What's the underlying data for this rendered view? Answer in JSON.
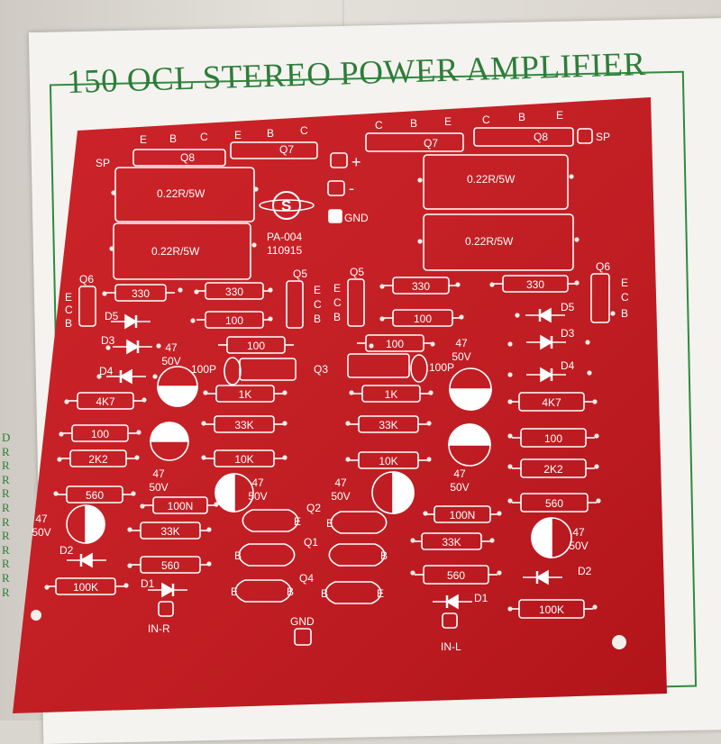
{
  "paper": {
    "title": "150 OCL STEREO POWER AMPLIFIER",
    "edge_letters": [
      "D",
      "R",
      "R",
      "R",
      "R",
      "R",
      "R",
      "R",
      "R",
      "R",
      "R",
      "R"
    ]
  },
  "board": {
    "model": "PA-004",
    "code": "110915",
    "pads": {
      "plus": "+",
      "minus": "-",
      "gnd": "GND",
      "sp": "SP",
      "in_r": "IN-R",
      "in_l": "IN-L"
    },
    "transistors": {
      "q8": "Q8",
      "q7": "Q7",
      "q6": "Q6",
      "q5": "Q5",
      "q3": "Q3",
      "q2": "Q2",
      "q1": "Q1",
      "q4": "Q4"
    },
    "pins": {
      "e": "E",
      "b": "B",
      "c": "C"
    },
    "resistors": {
      "r022": "0.22R/5W",
      "r330": "330",
      "r100": "100",
      "r1k": "1K",
      "r33k": "33K",
      "r10k": "10K",
      "r4k7": "4K7",
      "r2k2": "2K2",
      "r560": "560",
      "r100k": "100K",
      "c100n": "100N",
      "c100p": "100P"
    },
    "caps": {
      "value": "47",
      "voltage": "50V"
    },
    "diodes": {
      "d1": "D1",
      "d2": "D2",
      "d3": "D3",
      "d4": "D4",
      "d5": "D5"
    },
    "colors": {
      "pcb": "#c8161c",
      "silk": "#ffffff",
      "ink": "#2e7d3a"
    }
  }
}
